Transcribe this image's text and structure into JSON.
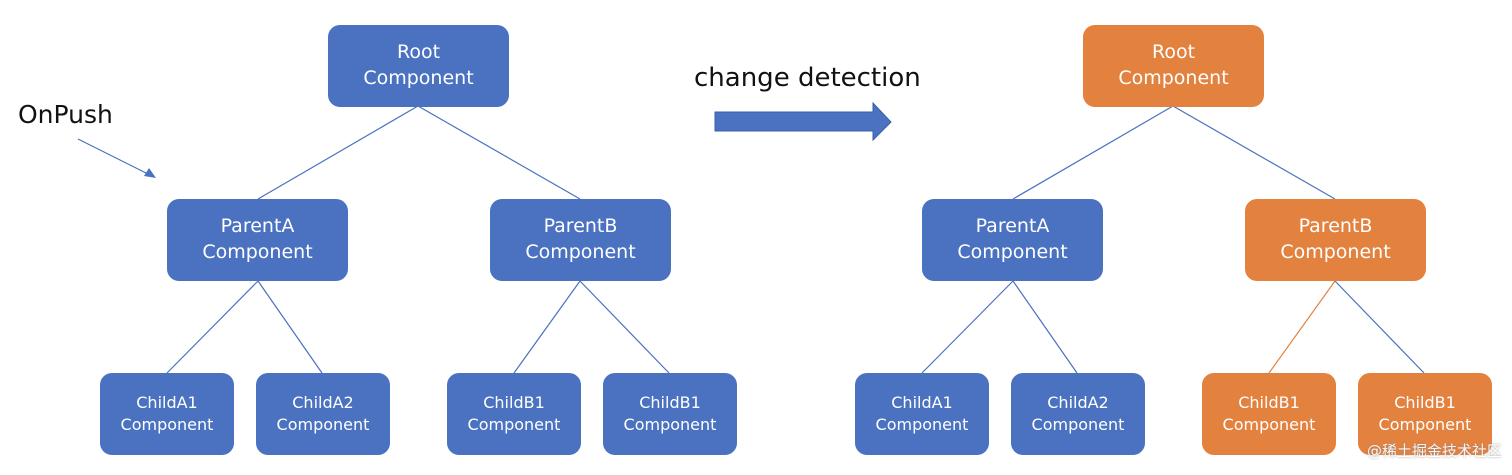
{
  "labels": {
    "onpush": "OnPush",
    "change_detection": "change detection",
    "watermark": "@稀土掘金技术社区"
  },
  "colors": {
    "blue": "#4a72c0",
    "orange": "#e3813f",
    "line_blue": "#4a72c0",
    "line_orange": "#e3813f"
  },
  "left_tree": {
    "root": {
      "line1": "Root",
      "line2": "Component"
    },
    "parentA": {
      "line1": "ParentA",
      "line2": "Component"
    },
    "parentB": {
      "line1": "ParentB",
      "line2": "Component"
    },
    "childA1": {
      "line1": "ChildA1",
      "line2": "Component"
    },
    "childA2": {
      "line1": "ChildA2",
      "line2": "Component"
    },
    "childB1": {
      "line1": "ChildB1",
      "line2": "Component"
    },
    "childB2": {
      "line1": "ChildB1",
      "line2": "Component"
    }
  },
  "right_tree": {
    "root": {
      "line1": "Root",
      "line2": "Component",
      "color": "orange"
    },
    "parentA": {
      "line1": "ParentA",
      "line2": "Component",
      "color": "blue"
    },
    "parentB": {
      "line1": "ParentB",
      "line2": "Component",
      "color": "orange"
    },
    "childA1": {
      "line1": "ChildA1",
      "line2": "Component",
      "color": "blue"
    },
    "childA2": {
      "line1": "ChildA2",
      "line2": "Component",
      "color": "blue"
    },
    "childB1": {
      "line1": "ChildB1",
      "line2": "Component",
      "color": "orange"
    },
    "childB2": {
      "line1": "ChildB1",
      "line2": "Component",
      "color": "orange"
    }
  }
}
